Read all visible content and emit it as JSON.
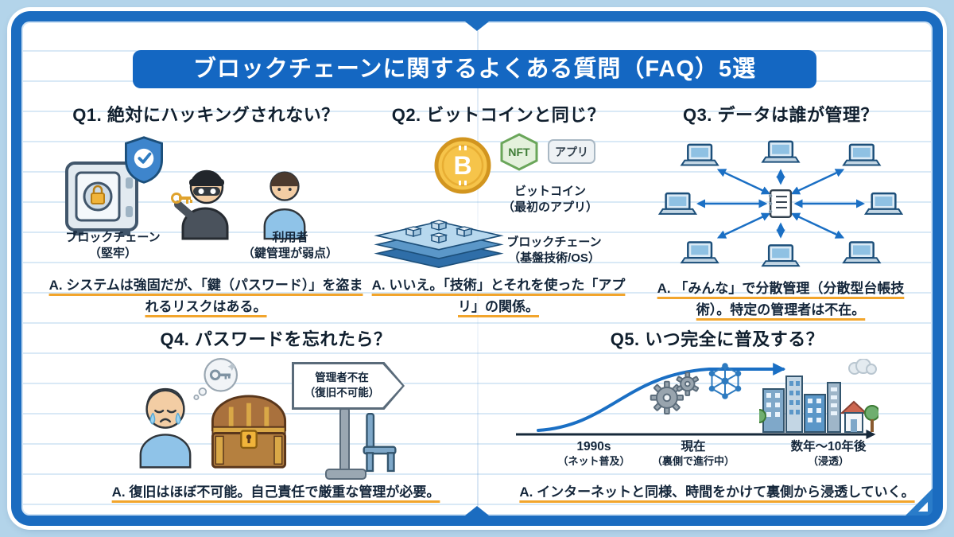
{
  "page": {
    "title": "ブロックチェーンに関するよくある質問（FAQ）5選"
  },
  "colors": {
    "frame_blue": "#1b6cc0",
    "title_bar_blue": "#1467c2",
    "answer_underline": "#f2a52c",
    "arrow_blue": "#1a6fc4",
    "gold": "#f0b43a"
  },
  "q1": {
    "question": "Q1. 絶対にハッキングされない？",
    "label_left": "ブロックチェーン\n（堅牢）",
    "label_right": "利用者\n（鍵管理が弱点）",
    "answer": "A. システムは強固だが、「鍵（パスワード）」を盗まれるリスクはある。"
  },
  "q2": {
    "question": "Q2. ビットコインと同じ？",
    "badge_nft": "NFT",
    "badge_app": "アプリ",
    "coin_symbol": "B",
    "label_top": "ビットコイン\n（最初のアプリ）",
    "label_bottom": "ブロックチェーン\n（基盤技術/OS）",
    "answer": "A. いいえ。「技術」とそれを使った「アプリ」の関係。"
  },
  "q3": {
    "question": "Q3. データは誰が管理？",
    "answer": "A. 「みんな」で分散管理（分散型台帳技術）。特定の管理者は不在。"
  },
  "q4": {
    "question": "Q4. パスワードを忘れたら？",
    "sign_text": "管理者不在\n（復旧不可能）",
    "answer": "A. 復旧はほぼ不可能。自己責任で厳重な管理が必要。"
  },
  "q5": {
    "question": "Q5. いつ完全に普及する？",
    "timeline": [
      {
        "label": "1990s",
        "sub": "（ネット普及）"
      },
      {
        "label": "現在",
        "sub": "（裏側で進行中）"
      },
      {
        "label": "数年〜10年後",
        "sub": "（浸透）"
      }
    ],
    "answer": "A. インターネットと同様、時間をかけて裏側から浸透していく。"
  }
}
